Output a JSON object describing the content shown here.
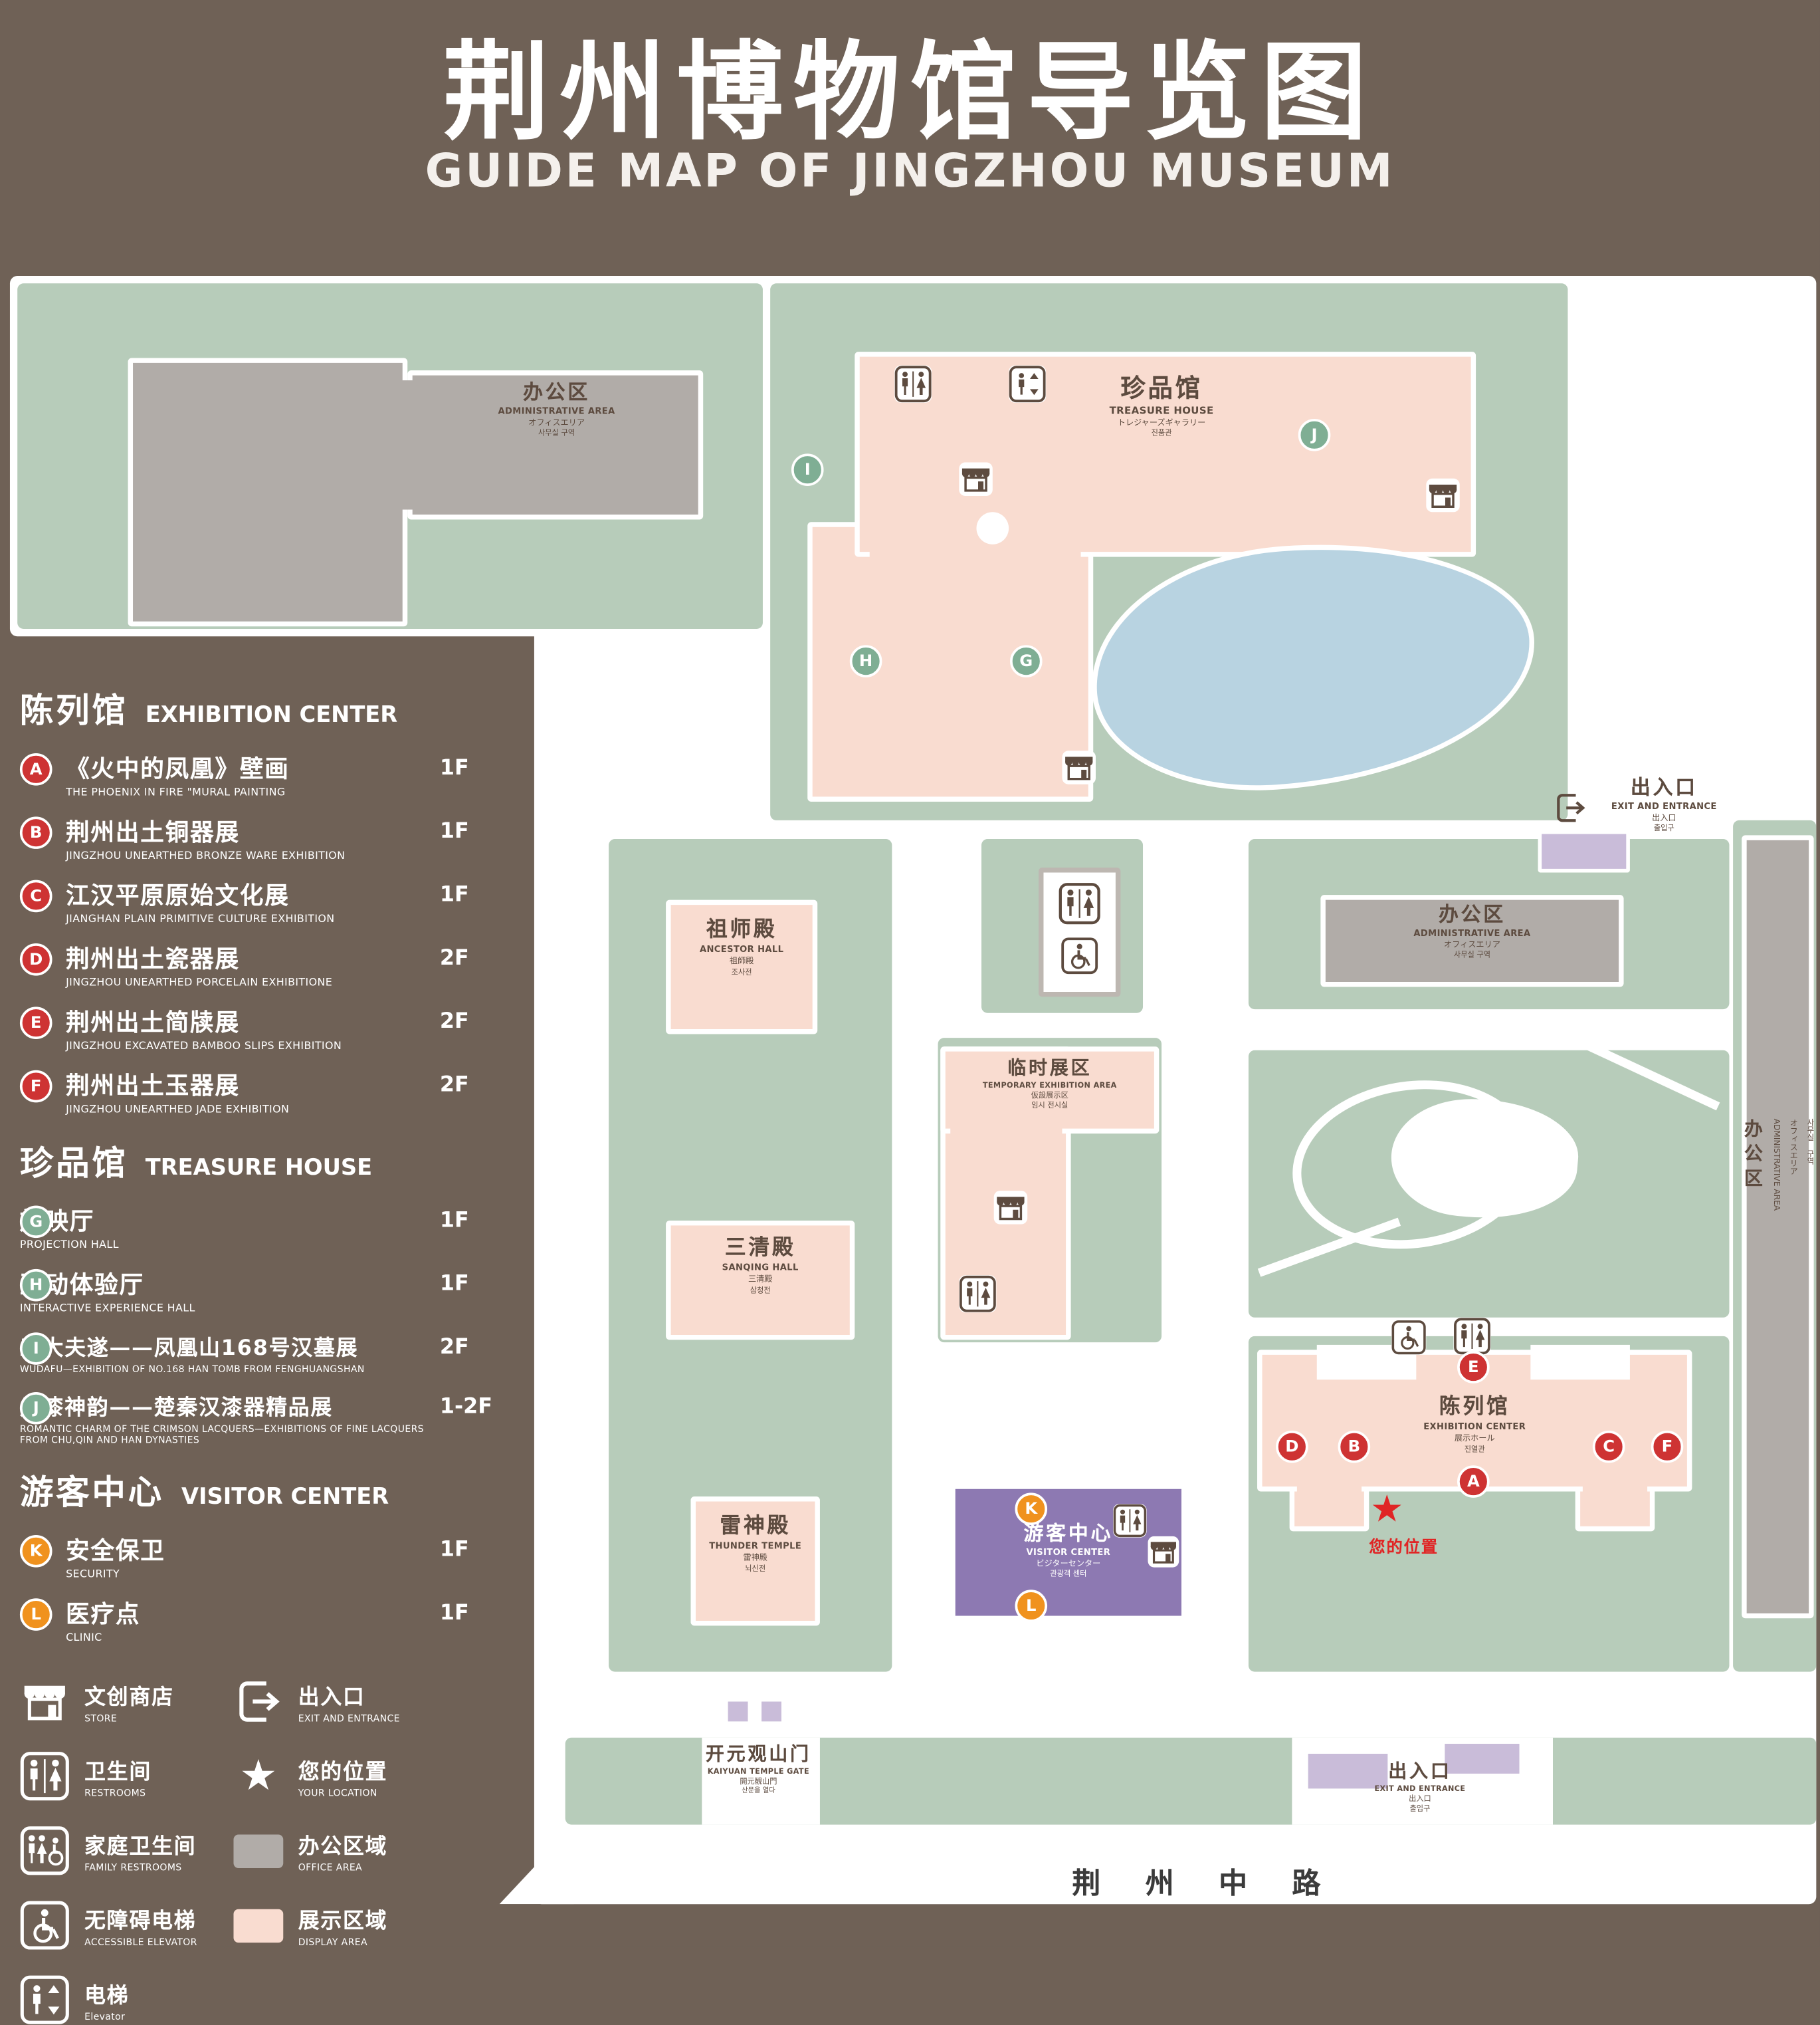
{
  "title": {
    "zh": "荆州博物馆导览图",
    "en": "GUIDE MAP OF JINGZHOU MUSEUM"
  },
  "legend": {
    "sections": [
      {
        "zh": "陈列馆",
        "en": "EXHIBITION CENTER",
        "items": [
          {
            "key": "A",
            "zh": "《火中的凤凰》壁画",
            "en": "THE PHOENIX IN FIRE \"MURAL PAINTING",
            "floor": "1F"
          },
          {
            "key": "B",
            "zh": "荆州出土铜器展",
            "en": "JINGZHOU UNEARTHED BRONZE WARE EXHIBITION",
            "floor": "1F"
          },
          {
            "key": "C",
            "zh": "江汉平原原始文化展",
            "en": "JIANGHAN PLAIN PRIMITIVE CULTURE EXHIBITION",
            "floor": "1F"
          },
          {
            "key": "D",
            "zh": "荆州出土瓷器展",
            "en": "JINGZHOU UNEARTHED PORCELAIN EXHIBITIONE",
            "floor": "2F"
          },
          {
            "key": "E",
            "zh": "荆州出土简牍展",
            "en": "JINGZHOU EXCAVATED BAMBOO SLIPS EXHIBITION",
            "floor": "2F"
          },
          {
            "key": "F",
            "zh": "荆州出土玉器展",
            "en": "JINGZHOU UNEARTHED JADE EXHIBITION",
            "floor": "2F"
          }
        ]
      },
      {
        "zh": "珍品馆",
        "en": "TREASURE HOUSE",
        "items": [
          {
            "key": "G",
            "zh": "放映厅",
            "en": "PROJECTION HALL",
            "floor": "1F"
          },
          {
            "key": "H",
            "zh": "互动体验厅",
            "en": "INTERACTIVE EXPERIENCE HALL",
            "floor": "1F"
          },
          {
            "key": "I",
            "zh": "五大夫遂——凤凰山168号汉墓展",
            "en": "WUDAFU—EXHIBITION OF NO.168 HAN TOMB FROM FENGHUANGSHAN",
            "floor": "2F"
          },
          {
            "key": "J",
            "zh": "丹漆神韵——楚秦汉漆器精品展",
            "en": "ROMANTIC CHARM OF THE CRIMSON LACQUERS—EXHIBITIONS OF FINE LACQUERS FROM CHU,QIN AND HAN DYNASTIES",
            "floor": "1-2F"
          }
        ]
      },
      {
        "zh": "游客中心",
        "en": "VISITOR CENTER",
        "items": [
          {
            "key": "K",
            "zh": "安全保卫",
            "en": "SECURITY",
            "floor": "1F"
          },
          {
            "key": "L",
            "zh": "医疗点",
            "en": "CLINIC",
            "floor": "1F"
          }
        ]
      }
    ],
    "symbols": [
      {
        "zh": "文创商店",
        "en": "STORE",
        "icon": "store-icon"
      },
      {
        "zh": "出入口",
        "en": "EXIT AND ENTRANCE",
        "icon": "exit-icon"
      },
      {
        "zh": "卫生间",
        "en": "RESTROOMS",
        "icon": "restroom-icon"
      },
      {
        "zh": "您的位置",
        "en": "YOUR LOCATION",
        "icon": "location-star-icon",
        "glyph": "★"
      },
      {
        "zh": "家庭卫生间",
        "en": "FAMILY RESTROOMS",
        "icon": "family-restroom-icon"
      },
      {
        "zh": "办公区域",
        "en": "OFFICE AREA",
        "icon": "office-area-swatch"
      },
      {
        "zh": "无障碍电梯",
        "en": "ACCESSIBLE ELEVATOR",
        "icon": "accessible-elevator-icon"
      },
      {
        "zh": "展示区域",
        "en": "DISPLAY AREA",
        "icon": "display-area-swatch"
      },
      {
        "zh": "电梯",
        "en": "Elevator",
        "icon": "elevator-icon"
      }
    ]
  },
  "map": {
    "admin": {
      "zh": "办公区",
      "en": "ADMINISTRATIVE AREA",
      "ja": "オフィスエリア",
      "ko": "사무실 구역"
    },
    "treasure_house": {
      "zh": "珍品馆",
      "en": "TREASURE HOUSE",
      "ja": "トレジャーズギャラリー",
      "ko": "진품관"
    },
    "exit": {
      "zh": "出入口",
      "en": "EXIT AND ENTRANCE",
      "ja": "出入口",
      "ko": "출입구"
    },
    "ancestor_hall": {
      "zh": "祖师殿",
      "en": "ANCESTOR HALL",
      "ja": "祖師殿",
      "ko": "조사전"
    },
    "temporary_area": {
      "zh": "临时展区",
      "en": "TEMPORARY EXHIBITION AREA",
      "ja": "仮設展示区",
      "ko": "임시 전시실"
    },
    "sanqing_hall": {
      "zh": "三清殿",
      "en": "SANQING HALL",
      "ja": "三清殿",
      "ko": "삼청전"
    },
    "thunder_temple": {
      "zh": "雷神殿",
      "en": "THUNDER TEMPLE",
      "ja": "雷神殿",
      "ko": "뇌신전"
    },
    "visitor_center": {
      "zh": "游客中心",
      "en": "VISITOR CENTER",
      "ja": "ビジターセンター",
      "ko": "관광객 센터"
    },
    "exhibition_center": {
      "zh": "陈列馆",
      "en": "EXHIBITION CENTER",
      "ja": "展示ホール",
      "ko": "진열관"
    },
    "gate": {
      "zh": "开元观山门",
      "en": "KAIYUAN TEMPLE GATE",
      "ja": "開元観山門",
      "ko": "산문을 열다"
    },
    "your_location": {
      "zh": "您的位置"
    },
    "road": {
      "label": "荆 州 中 路"
    }
  },
  "colors": {
    "background": "#6F6156",
    "map_green": "#B7CCBA",
    "display_pink": "#F9DCD0",
    "office_gray": "#B1ACA8",
    "visitor_purple": "#8D79B2",
    "entrance_lavender": "#C9BCD9",
    "pond_blue": "#B8D3E1",
    "marker_red": "#CE3333",
    "marker_green": "#7FAE94",
    "marker_orange": "#F0921E",
    "location_red": "#E02525",
    "map_text": "#5D4B3F"
  }
}
